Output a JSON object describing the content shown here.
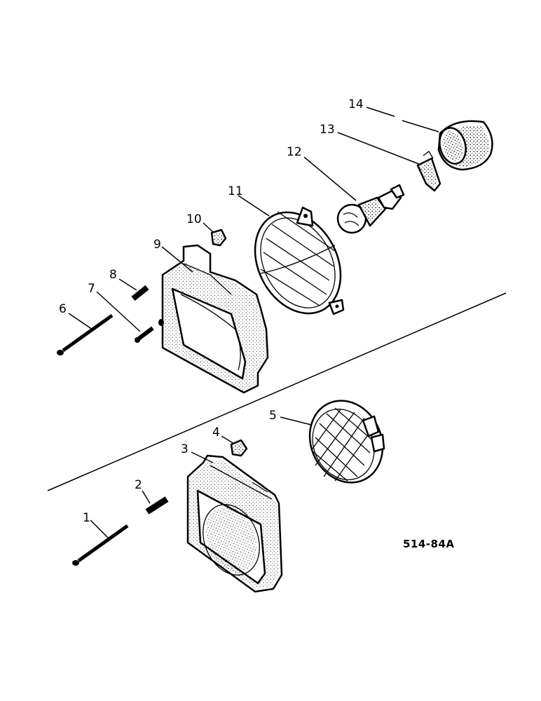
{
  "callouts": [
    "1",
    "2",
    "3",
    "4",
    "5",
    "6",
    "7",
    "8",
    "9",
    "10",
    "11",
    "12",
    "13",
    "14"
  ],
  "drawing_number": "514-84A",
  "parts": [
    "bolt",
    "spacer",
    "light-housing",
    "nut",
    "sealed-beam-lamp",
    "bolt",
    "screw",
    "spacer",
    "light-housing",
    "nut",
    "lamp-lens",
    "bulb",
    "retaining-clip",
    "lamp-cover"
  ]
}
